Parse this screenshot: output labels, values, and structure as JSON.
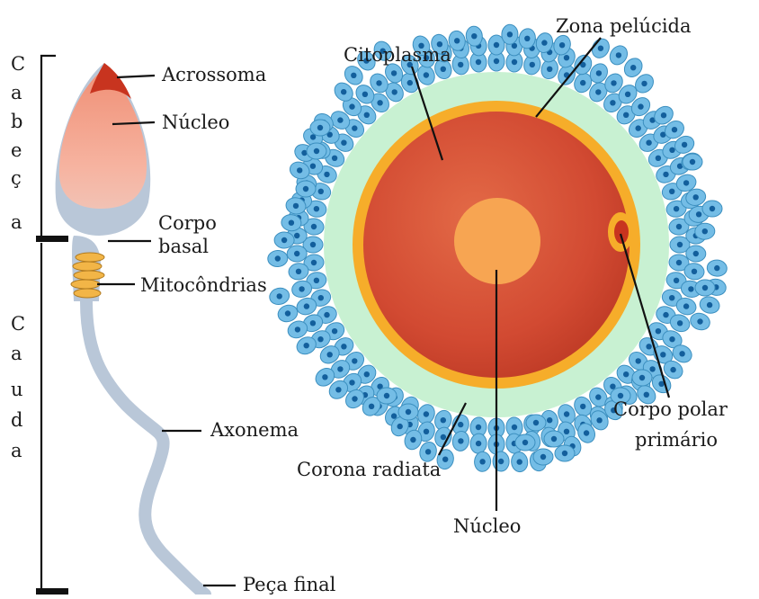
{
  "sperm": {
    "section_head": [
      "C",
      "a",
      "b",
      "e",
      "ç",
      "a"
    ],
    "section_tail": [
      "C",
      "a",
      "u",
      "d",
      "a"
    ],
    "labels": {
      "acrosome": "Acrossoma",
      "nucleus": "Núcleo",
      "basal_body_1": "Corpo",
      "basal_body_2": "basal",
      "mitochondria": "Mitocôndrias",
      "axoneme": "Axonema",
      "end_piece": "Peça final"
    }
  },
  "egg": {
    "labels": {
      "cytoplasm": "Citoplasma",
      "zona": "Zona pelúcida",
      "polar_1": "Corpo polar",
      "polar_2": "primário",
      "corona": "Corona radiata",
      "nucleus": "Núcleo"
    }
  },
  "colors": {
    "acrosome": "#c8341f",
    "sperm_head": "#f3a48c",
    "sperm_body": "#b9c7d8",
    "mitochondria": "#f2b547",
    "corona_cell": "#74bde6",
    "corona_nucleus": "#135f9c",
    "zona": "#c8f1d2",
    "egg_ring": "#f6ad2a",
    "cytoplasm": "#d9563c",
    "egg_nucleus": "#f7a552"
  }
}
